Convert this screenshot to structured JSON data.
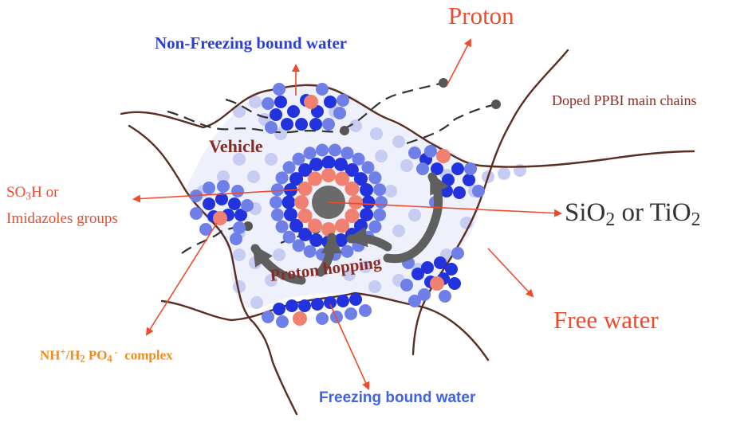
{
  "colors": {
    "red_label": "#f04a2d",
    "dark_red_label": "#8b2a22",
    "blue_label": "#2b3fd6",
    "freezing_label": "#3f63e6",
    "orange_label": "#f28c1e",
    "chain": "#5a2e22",
    "arrow": "#f04a2d",
    "dark_bead": "#2233dd",
    "mid_bead": "#6f7fe8",
    "light_bead": "#c6ccf2",
    "salmon_bead": "#f08070",
    "core": "#6a6a6a",
    "curved_arrow": "#5f5f5f"
  },
  "labels": {
    "proton": "Proton",
    "non_freezing": "Non-Freezing bound water",
    "doped_chains": "Doped PPBI main chains",
    "vehicle": "Vehicle",
    "so3h_prefix": "SO",
    "so3h_sub": "3",
    "so3h_suffix": "H or",
    "imidazoles": "Imidazoles groups",
    "oxide_a": "SiO",
    "oxide_a_sub": "2",
    "oxide_mid": " or TiO",
    "oxide_b_sub": "2",
    "proton_hopping": "Proton hopping",
    "free_water": "Free water",
    "complex_nh": "NH",
    "complex_sup": "+",
    "complex_slash": "/H",
    "complex_sub2": "2",
    "complex_po": " PO",
    "complex_sub4": "4",
    "complex_sup_minus": " -",
    "complex_tail": "  complex",
    "freezing": "Freezing bound water"
  },
  "icons": [
    "arrow-head-icon",
    "curved-arrow-icon",
    "chain-end-bead-icon"
  ]
}
